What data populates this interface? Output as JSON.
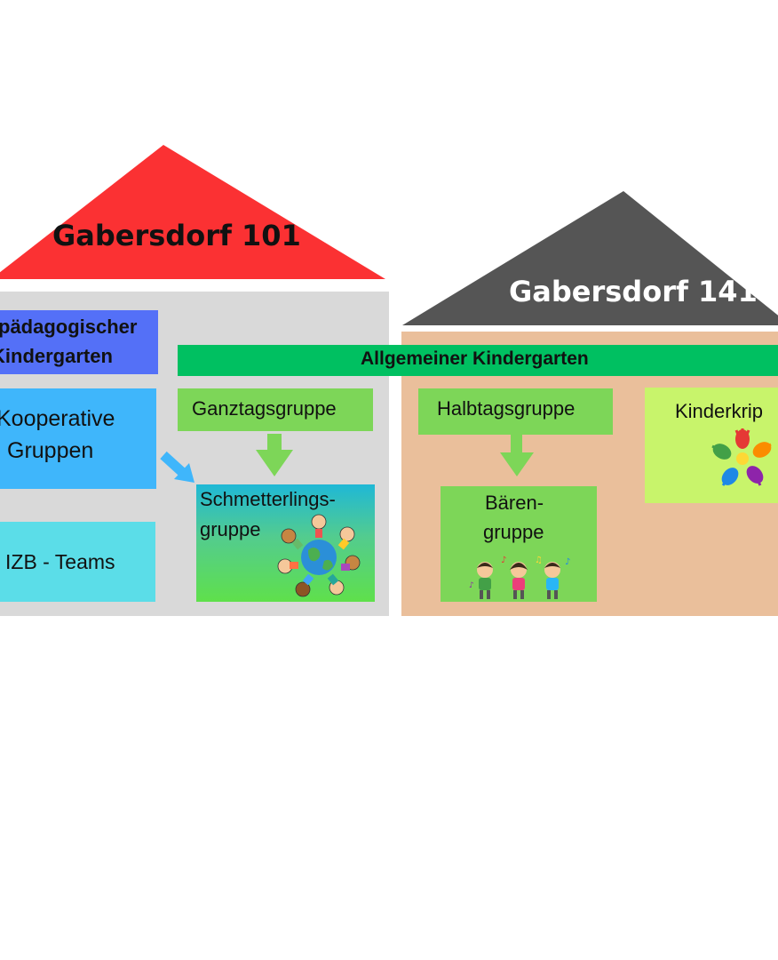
{
  "house1": {
    "title": "Gabersdorf 101",
    "roof_color": "#fb3133",
    "body_color": "#d9d9d9"
  },
  "house2": {
    "title": "Gabersdorf 141",
    "roof_color": "#555555",
    "body_color": "#eabf9b"
  },
  "heilpaedagogisch": {
    "line1": "pädagogischer",
    "line2": "Kindergarten",
    "color": "#5470f7"
  },
  "kooperative": {
    "line1": "Kooperative",
    "line2": "Gruppen",
    "color": "#3fb6fb"
  },
  "izb": {
    "label": "IZB - Teams",
    "color": "#5bdde8"
  },
  "allgemein": {
    "label": "Allgemeiner Kindergarten",
    "color": "#00c061"
  },
  "ganztag": {
    "label": "Ganztagsgruppe",
    "color": "#7dd658"
  },
  "halbtag": {
    "label": "Halbtagsgruppe",
    "color": "#7dd658"
  },
  "krippe": {
    "label": "Kinderkrip",
    "color": "#c8f46b"
  },
  "schmetterling": {
    "line1": "Schmetterlings-",
    "line2": "gruppe"
  },
  "baeren": {
    "line1": "Bären-",
    "line2": "gruppe"
  },
  "arrow_color": "#7dd658",
  "arrow_blue": "#3fb6fb",
  "icons": [
    "children-circle-globe-icon",
    "colorful-hands-icon",
    "singing-children-icon"
  ]
}
